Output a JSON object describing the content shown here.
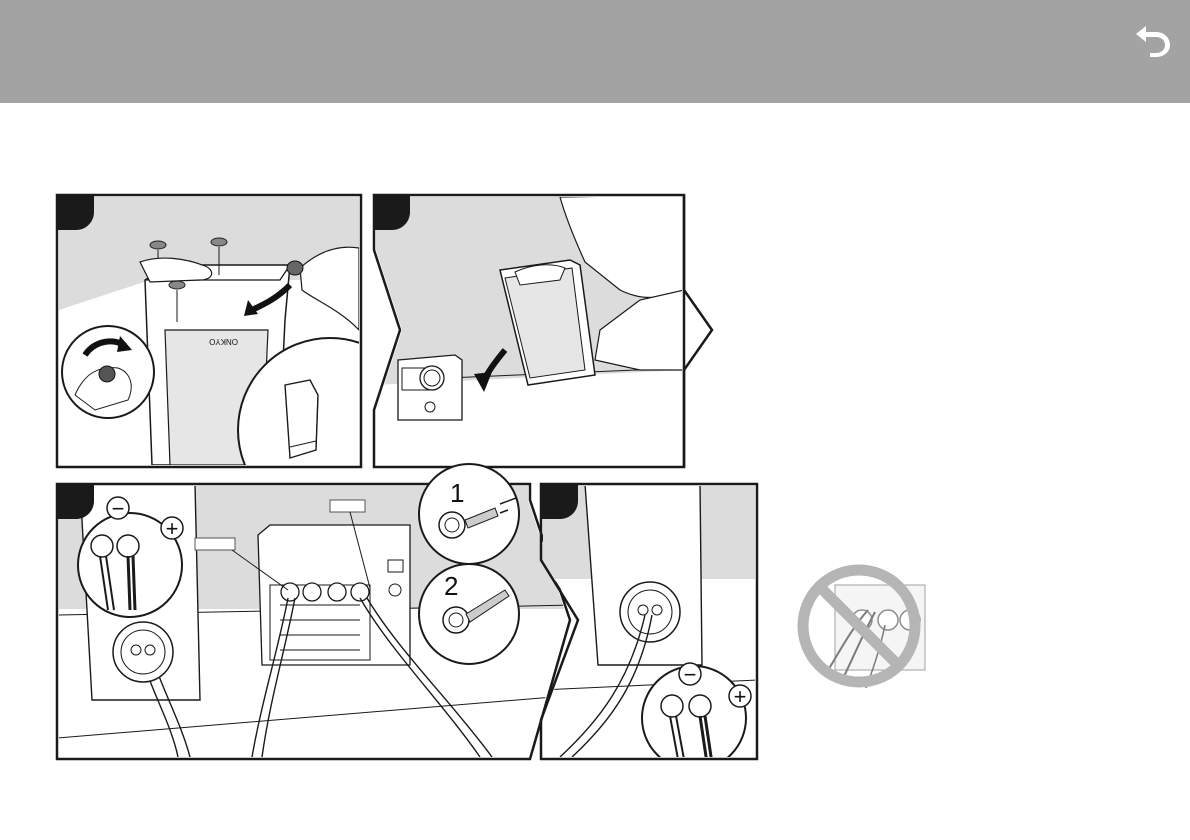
{
  "nav": {
    "back_icon": "back-arrow-icon"
  },
  "brand": {
    "text": "ONKYO"
  },
  "steps": [
    {
      "id": "step-1-feet"
    },
    {
      "id": "step-2-place"
    },
    {
      "id": "step-3-connect",
      "sub_steps": [
        "1",
        "2"
      ]
    },
    {
      "id": "step-4-speaker"
    }
  ],
  "polarity": {
    "minus": "−",
    "plus": "+"
  },
  "colors": {
    "header": "#a3a3a3",
    "panel_bg": "#dcdcdc",
    "line": "#1a1a1a",
    "prohibit": "#b5b5b5"
  }
}
